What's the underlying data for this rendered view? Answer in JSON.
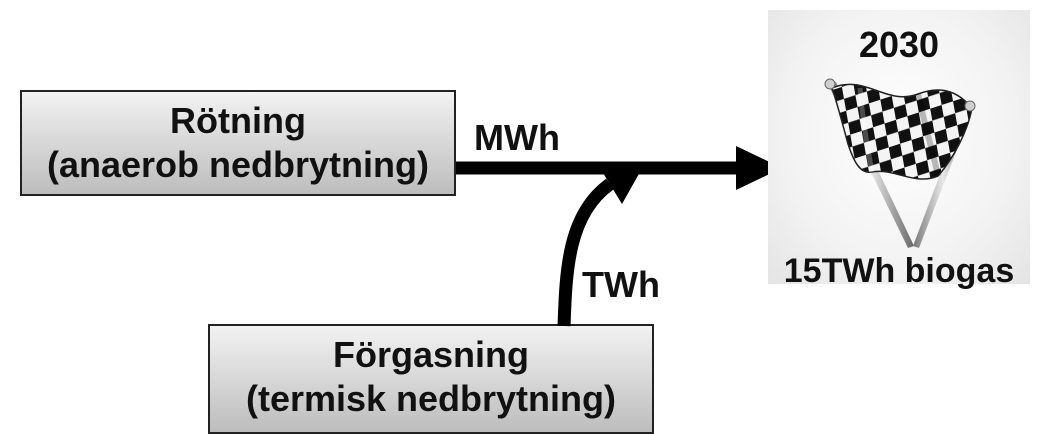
{
  "boxes": {
    "rotning": {
      "line1": "Rötning",
      "line2": "(anaerob nedbrytning)"
    },
    "forgasning": {
      "line1": "Förgasning",
      "line2": "(termisk nedbrytning)"
    }
  },
  "arrows": {
    "main_label": "MWh",
    "branch_label": "TWh"
  },
  "target": {
    "year": "2030",
    "goal": "15TWh biogas",
    "icon": "checkered-flag-icon"
  },
  "colors": {
    "box_top": "#f2f2f2",
    "box_bottom": "#bdbdbd",
    "arrow": "#000000"
  }
}
